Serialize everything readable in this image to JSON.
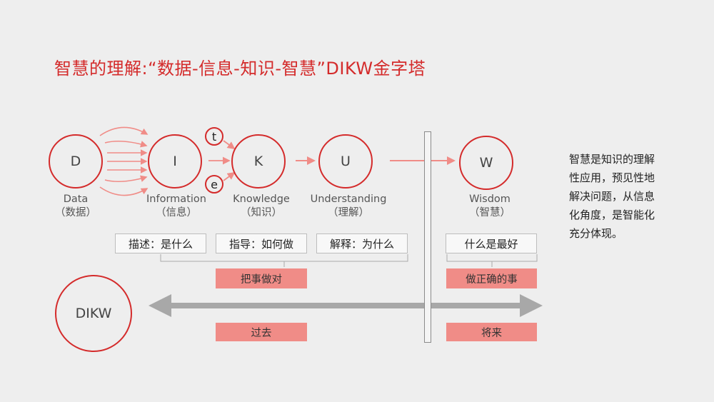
{
  "title": "智慧的理解:“数据-信息-知识-智慧”DIKW金字塔",
  "nodes": [
    {
      "letter": "D",
      "name": "Data",
      "cn": "（数据）"
    },
    {
      "letter": "I",
      "name": "Information",
      "cn": "（信息）"
    },
    {
      "letter": "K",
      "name": "Knowledge",
      "cn": "（知识）"
    },
    {
      "letter": "U",
      "name": "Understanding",
      "cn": "（理解）"
    },
    {
      "letter": "W",
      "name": "Wisdom",
      "cn": "（智慧）"
    }
  ],
  "small_circles": {
    "t": "t",
    "e": "e"
  },
  "boxes": {
    "describe": "描述：是什么",
    "guide": "指导：如何做",
    "explain": "解释：为什么",
    "best": "什么是最好"
  },
  "pink": {
    "do_right": "把事做对",
    "do_right_thing": "做正确的事",
    "past": "过去",
    "future": "将来"
  },
  "dikw_circle": "DIKW",
  "side_text": "智慧是知识的理解性应用，预见性地解决问题，从信息化角度，是智能化充分体现。",
  "colors": {
    "accent": "#d42b2b",
    "arrow": "#f08c87",
    "timeline": "#a8a8a8"
  }
}
